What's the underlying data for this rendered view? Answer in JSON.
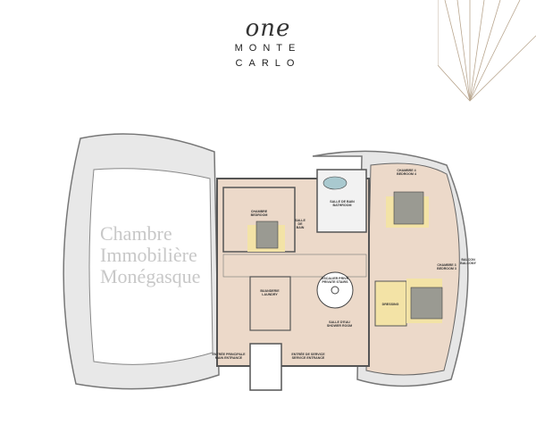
{
  "logo": {
    "script": "one",
    "line1": "MONTE",
    "line2": "CARLO"
  },
  "rooms": {
    "bedroom": [
      "CHAMBRE",
      "BEDROOM"
    ],
    "bathroom": [
      "SALLE DE BAIN",
      "BATHROOM"
    ],
    "small_bath": [
      "SALLE",
      "DE",
      "BAIN"
    ],
    "bedroom4": [
      "CHAMBRE 4",
      "BEDROOM 4"
    ],
    "bedroom3": [
      "CHAMBRE 3",
      "BEDROOM 3"
    ],
    "balcony": [
      "BALCON",
      "BALCONY"
    ],
    "laundry": [
      "BUANDERIE",
      "LAUNDRY"
    ],
    "stairs": [
      "ESCALIER PRIVÉ",
      "PRIVATE STAIRS"
    ],
    "dressing": [
      "DRESSING"
    ],
    "shower": [
      "SALLE D'EAU",
      "SHOWER ROOM"
    ],
    "main_entrance": [
      "ENTRÉE PRINCIPALE",
      "MAIN ENTRANCE"
    ],
    "service_entrance": [
      "ENTRÉE DE SERVICE",
      "SERVICE ENTRANCE"
    ]
  },
  "watermark": [
    "Chambre",
    "Immobilière",
    "Monégasque"
  ],
  "colors": {
    "floor": "#ecd9c9",
    "accent": "#b9a68f",
    "bed": "#9a9a92",
    "wall": "#555555",
    "yellow": "#f3e3a6"
  }
}
